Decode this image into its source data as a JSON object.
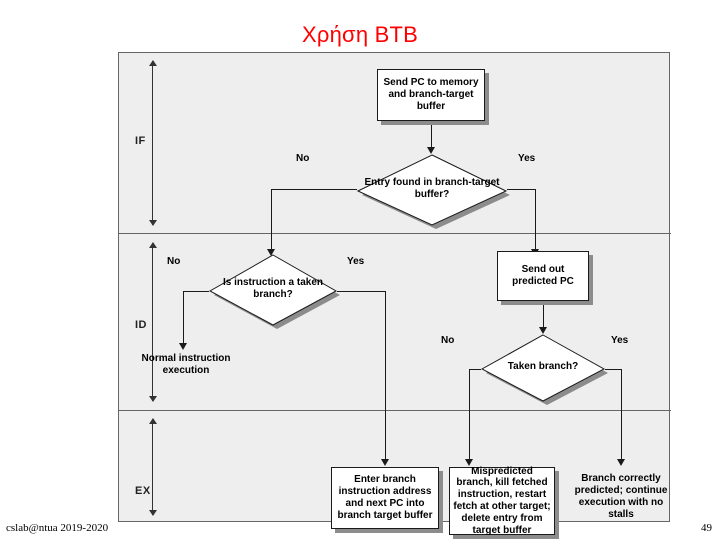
{
  "slide": {
    "title": "Χρήση BTB",
    "footer_left": "cslab@ntua 2019-2020",
    "page_number": "49"
  },
  "figure": {
    "stages": [
      {
        "name": "IF"
      },
      {
        "name": "ID"
      },
      {
        "name": "EX"
      }
    ],
    "nodes": [
      {
        "id": "send-pc",
        "type": "box",
        "text": "Send PC to memory and branch-target buffer"
      },
      {
        "id": "entry-found",
        "type": "diamond",
        "text": "Entry found in branch-target buffer?"
      },
      {
        "id": "is-taken-branch",
        "type": "diamond",
        "text": "Is instruction a taken branch?"
      },
      {
        "id": "send-out-pc",
        "type": "box",
        "text": "Send out predicted PC"
      },
      {
        "id": "taken-branch",
        "type": "diamond",
        "text": "Taken branch?"
      },
      {
        "id": "normal-exec",
        "type": "plain",
        "text": "Normal instruction execution"
      },
      {
        "id": "enter-branch",
        "type": "box",
        "text": "Enter branch instruction address and next PC into branch target buffer"
      },
      {
        "id": "mispredicted",
        "type": "box",
        "text": "Mispredicted branch, kill fetched instruction, restart fetch at other target; delete entry from target buffer"
      },
      {
        "id": "branch-correct",
        "type": "box",
        "text": "Branch correctly predicted; continue execution with no stalls"
      }
    ],
    "edge_labels": [
      {
        "id": "entry-found-no",
        "text": "No"
      },
      {
        "id": "entry-found-yes",
        "text": "Yes"
      },
      {
        "id": "is-taken-no",
        "text": "No"
      },
      {
        "id": "is-taken-yes",
        "text": "Yes"
      },
      {
        "id": "taken-branch-no",
        "text": "No"
      },
      {
        "id": "taken-branch-yes",
        "text": "Yes"
      }
    ]
  },
  "colors": {
    "title": "#ff0000",
    "figure_background": "#eeeeee",
    "shadow": "#8c8c8c",
    "stroke": "#1a1a1a"
  }
}
